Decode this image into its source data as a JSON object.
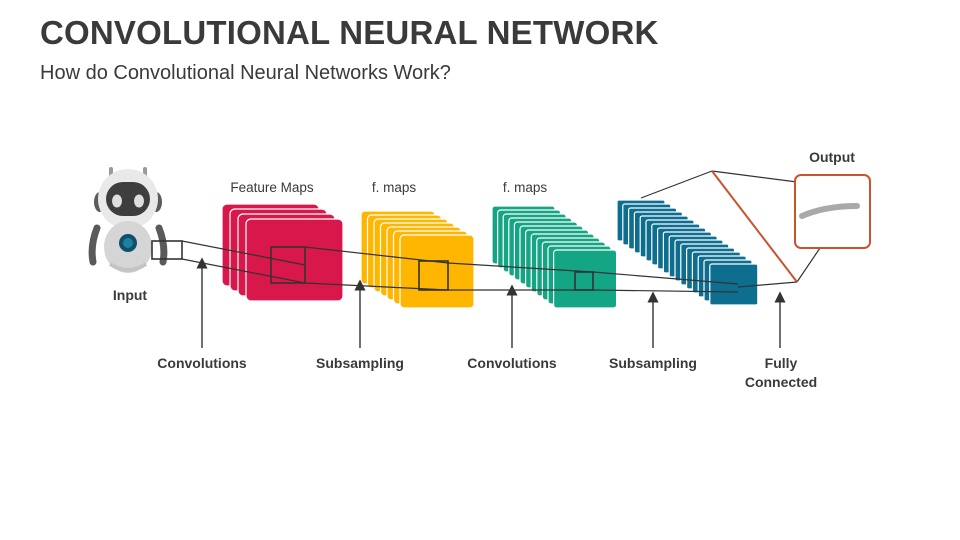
{
  "slide": {
    "title": "CONVOLUTIONAL NEURAL NETWORK",
    "subtitle": "How do Convolutional Neural Networks Work?"
  },
  "labels": {
    "input": "Input",
    "output": "Output",
    "feature_maps": "Feature Maps",
    "f_maps_1": "f. maps",
    "f_maps_2": "f. maps",
    "convolutions_1": "Convolutions",
    "subsampling_1": "Subsampling",
    "convolutions_2": "Convolutions",
    "subsampling_2": "Subsampling",
    "fully_connected_line1": "Fully",
    "fully_connected_line2": "Connected"
  },
  "colors": {
    "text": "#3a3a3a",
    "red": "#d8174a",
    "yellow": "#ffb600",
    "green": "#14a585",
    "blue": "#0e6e8f",
    "output_border": "#c8532e",
    "line": "#333333"
  },
  "icons": {
    "input": "robot-icon",
    "output": "curve-output-icon"
  }
}
